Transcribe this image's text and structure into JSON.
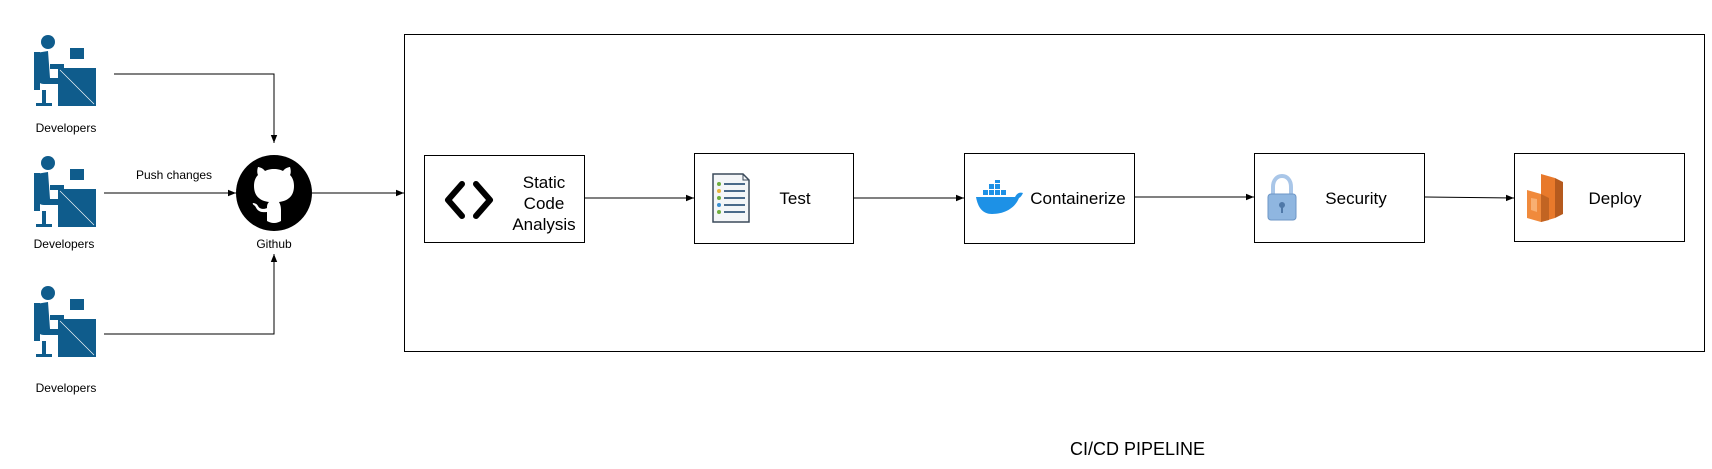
{
  "developers": [
    {
      "label": "Developers"
    },
    {
      "label": "Developers"
    },
    {
      "label": "Developers"
    }
  ],
  "github": {
    "label": "Github"
  },
  "edge_labels": {
    "push": "Push changes"
  },
  "pipeline": {
    "title": "CI/CD PIPELINE",
    "stages": [
      {
        "label_lines": [
          "Static",
          "Code",
          "Analysis"
        ],
        "icon": "code-brackets-icon"
      },
      {
        "label": "Test",
        "icon": "checklist-icon"
      },
      {
        "label": "Containerize",
        "icon": "docker-whale-icon"
      },
      {
        "label": "Security",
        "icon": "padlock-icon"
      },
      {
        "label": "Deploy",
        "icon": "aws-lambda-icon"
      }
    ]
  },
  "colors": {
    "developer_icon": "#0F5C8C",
    "github_icon": "#000000",
    "docker": "#1D91E6",
    "lambda_orange": "#E8792B",
    "padlock": "#8FB6E0"
  }
}
